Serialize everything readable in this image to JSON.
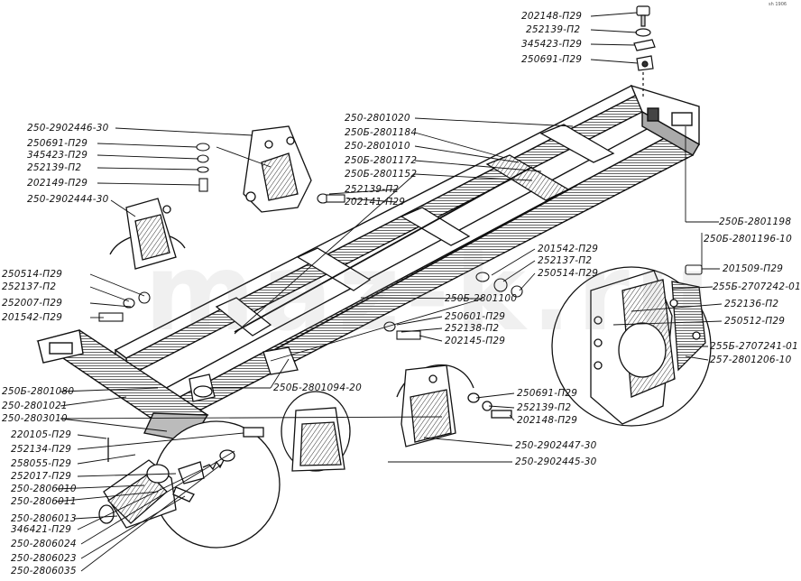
{
  "watermark": "maz-k.ru",
  "corner_stamp": "sh 1906",
  "labels": {
    "tr_1": "202148-П29",
    "tr_2": "252139-П2",
    "tr_3": "345423-П29",
    "tr_4": "250691-П29",
    "tl_1": "250-2902446-30",
    "tl_2": "250691-П29",
    "tl_3": "345423-П29",
    "tl_4": "252139-П2",
    "tl_5": "202149-П29",
    "tl_6": "250-2902444-30",
    "tc_1": "250-2801020",
    "tc_2": "250Б-2801184",
    "tc_3": "250-2801010",
    "tc_4": "250Б-2801172",
    "tc_5": "250Б-2801152",
    "tc_6": "252139-П2",
    "tc_7": "202141-П29",
    "r_1": "250Б-2801198",
    "r_2": "250Б-2801196-10",
    "r_3": "201509-П29",
    "r_4": "255Б-2707242-01",
    "r_5": "252136-П2",
    "r_6": "250512-П29",
    "r_7": "255Б-2707241-01",
    "r_8": "257-2801206-10",
    "m_1": "201542-П29",
    "m_2": "252137-П2",
    "m_3": "250514-П29",
    "m_4": "250Б-2801100",
    "m_5": "250601-П29",
    "m_6": "252138-П2",
    "m_7": "202145-П29",
    "l_1": "250514-П29",
    "l_2": "252137-П2",
    "l_3": "252007-П29",
    "l_4": "201542-П29",
    "c_1": "250Б-2801094-20",
    "lb_1": "250Б-2801080",
    "lb_2": "250-2801021",
    "lb_3": "250-2803010",
    "lb_4": "220105-П29",
    "lb_5": "252134-П29",
    "lb_6": "258055-П29",
    "lb_7": "252017-П29",
    "lb_8": "250-2806010",
    "lb_9": "250-2806011",
    "lb_10": "250-2806013",
    "lb_11": "346421-П29",
    "lb_12": "250-2806024",
    "lb_13": "250-2806023",
    "lb_14": "250-2806035",
    "br_1": "250691-П29",
    "br_2": "252139-П2",
    "br_3": "202148-П29",
    "br_4": "250-2902447-30",
    "br_5": "250-2902445-30"
  }
}
